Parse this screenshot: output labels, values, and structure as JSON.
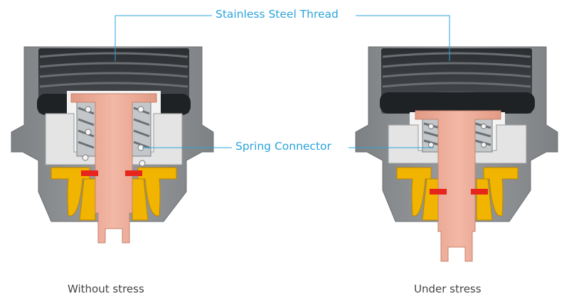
{
  "labels": {
    "thread": "Stainless Steel Thread",
    "spring": "Spring Connector"
  },
  "captions": {
    "left": "Without stress",
    "right": "Under stress"
  },
  "colors": {
    "callout": "#2aa3dc",
    "housing": "#8c8f92",
    "thread": "#3a3d40",
    "insulator": "#dcdcdc",
    "pin": "#e8a793",
    "contact": "#f1b400",
    "seal": "#e8251c",
    "spring": "#9aa0a6"
  }
}
